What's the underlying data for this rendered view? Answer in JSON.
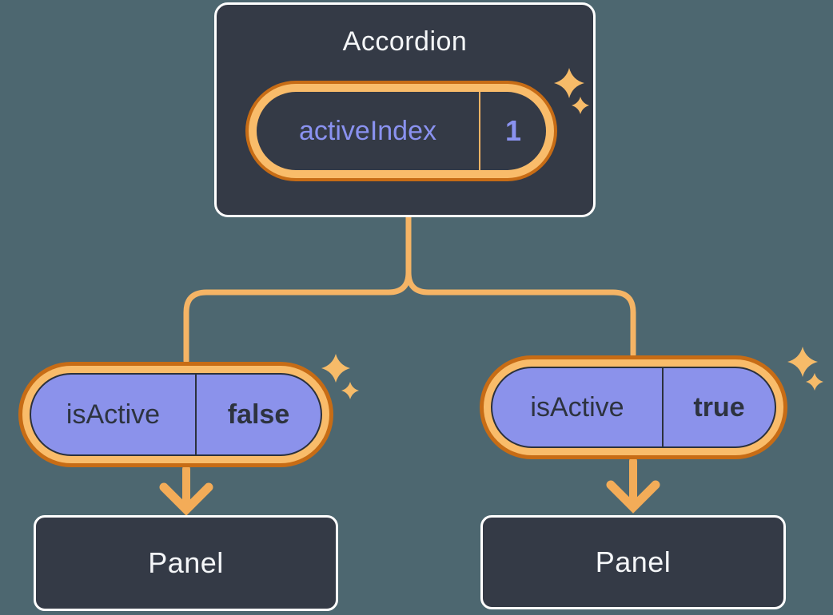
{
  "diagram": {
    "root": {
      "title": "Accordion",
      "state": {
        "name": "activeIndex",
        "value": "1"
      }
    },
    "children": [
      {
        "prop_name": "isActive",
        "prop_value": "false",
        "panel_label": "Panel"
      },
      {
        "prop_name": "isActive",
        "prop_value": "true",
        "panel_label": "Panel"
      }
    ],
    "colors": {
      "background": "#4D6770",
      "node_fill": "#343A46",
      "node_border": "#FFFFFF",
      "ring_dark": "#C76C15",
      "ring_light": "#F9BC6A",
      "pill_purple": "#8B92EB",
      "text_purple": "#8A92F0",
      "text_dark": "#2D333F",
      "text_light": "#F4F6F8",
      "connector": "#F5B465",
      "arrow": "#F3AC58",
      "sparkle": "#F6BB69"
    }
  }
}
